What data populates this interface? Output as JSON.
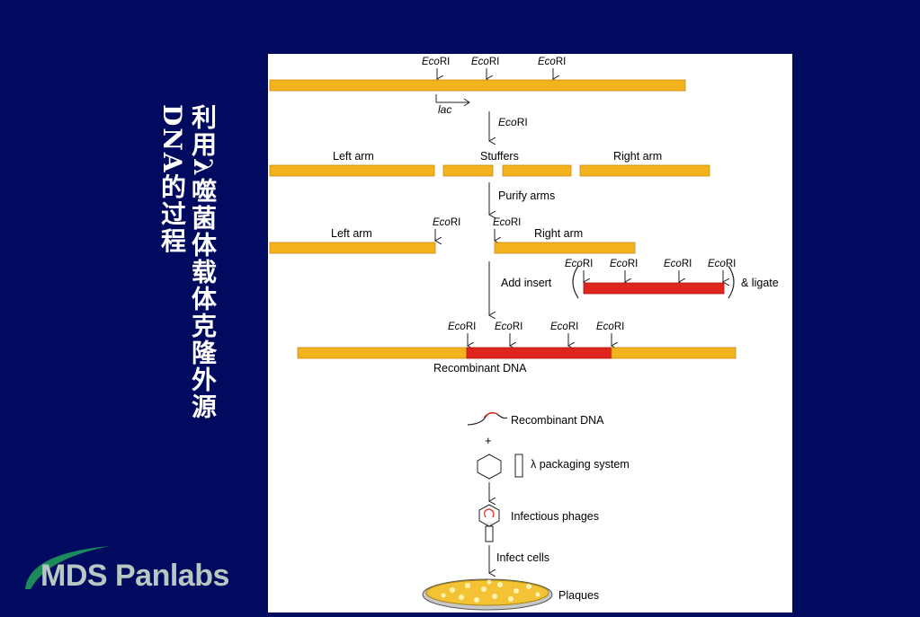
{
  "slide": {
    "title_line1": "利用λ噬菌体载体克隆外源",
    "title_line2": "DNA的过程",
    "logo_text": "MDS Panlabs"
  },
  "diagram": {
    "enzyme": "Eco",
    "enzyme_suffix": "RI",
    "lac": "lac",
    "step_ecori": "EcoRI",
    "left_arm": "Left arm",
    "stuffers": "Stuffers",
    "right_arm": "Right arm",
    "purify_arms": "Purify arms",
    "add_insert": "Add insert",
    "ligate": "& ligate",
    "recombinant_dna": "Recombinant DNA",
    "plus": "+",
    "packaging": "λ packaging system",
    "infectious_phages": "Infectious phages",
    "infect_cells": "Infect cells",
    "plaques": "Plaques"
  },
  "colors": {
    "background": "#000a5e",
    "vector_dna": "#f2b31f",
    "insert_dna": "#e0261c",
    "panel": "#ffffff"
  }
}
